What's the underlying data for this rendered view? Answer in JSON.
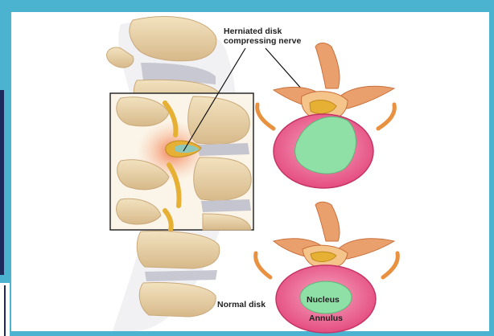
{
  "labels": {
    "herniated_line1": "Herniated disk",
    "herniated_line2": "compressing nerve",
    "normal_disk": "Normal disk",
    "nucleus": "Nucleus",
    "annulus": "Annulus"
  },
  "colors": {
    "frame": "#4bb3d0",
    "bone": "#e9d3a6",
    "disc": "#c9c9d4",
    "nerve": "#e6b034",
    "annulus": "#e8477c",
    "nucleus": "#8fe0a6",
    "inflammation": "#f08a55"
  }
}
